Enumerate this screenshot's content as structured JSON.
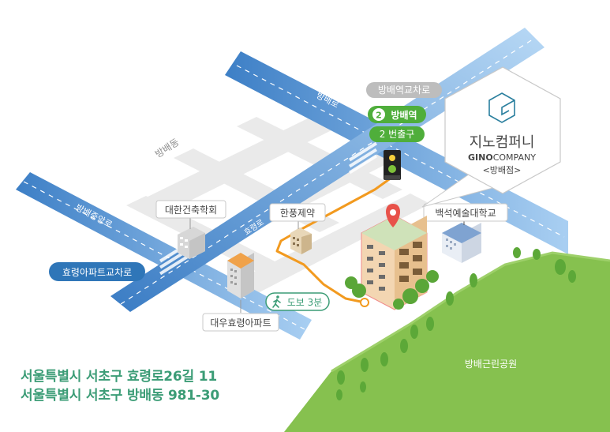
{
  "roads": {
    "bangbae_ro": "방배로",
    "bangbae_jungang_ro": "방배중앙로",
    "hyoryeong_ro": "효령로"
  },
  "neighborhood": "방배동",
  "labels": {
    "bangbae_station_intersection": "방배역교차로",
    "station_line_number": "2",
    "station_name": "방배역",
    "exit_number": "2 번출구",
    "hyoryeong_apt_intersection": "효령아파트교차로",
    "architecture_institute": "대한건축학회",
    "hanpoong_pharma": "한풍제약",
    "baekseok_arts_univ": "백석예술대학교",
    "daewoo_hyoryeong_apt": "대우효령아파트",
    "walk_time": "도보 3분",
    "park": "방배근린공원"
  },
  "company": {
    "name_ko": "지노컴퍼니",
    "name_en_bold": "GINO",
    "name_en_light": "COMPANY",
    "branch": "<방배점>"
  },
  "address": {
    "road_address": "서울특별시 서초구 효령로26길 11",
    "lot_address": "서울특별시 서초구 방배동 981-30"
  },
  "colors": {
    "road_blue": "#6aa2d8",
    "road_light": "#b9d5f0",
    "route_orange": "#f29a1f",
    "park_green": "#86c14f",
    "station_green": "#4fae3b",
    "teal_text": "#3b9c76",
    "pin_red": "#e8524a"
  }
}
